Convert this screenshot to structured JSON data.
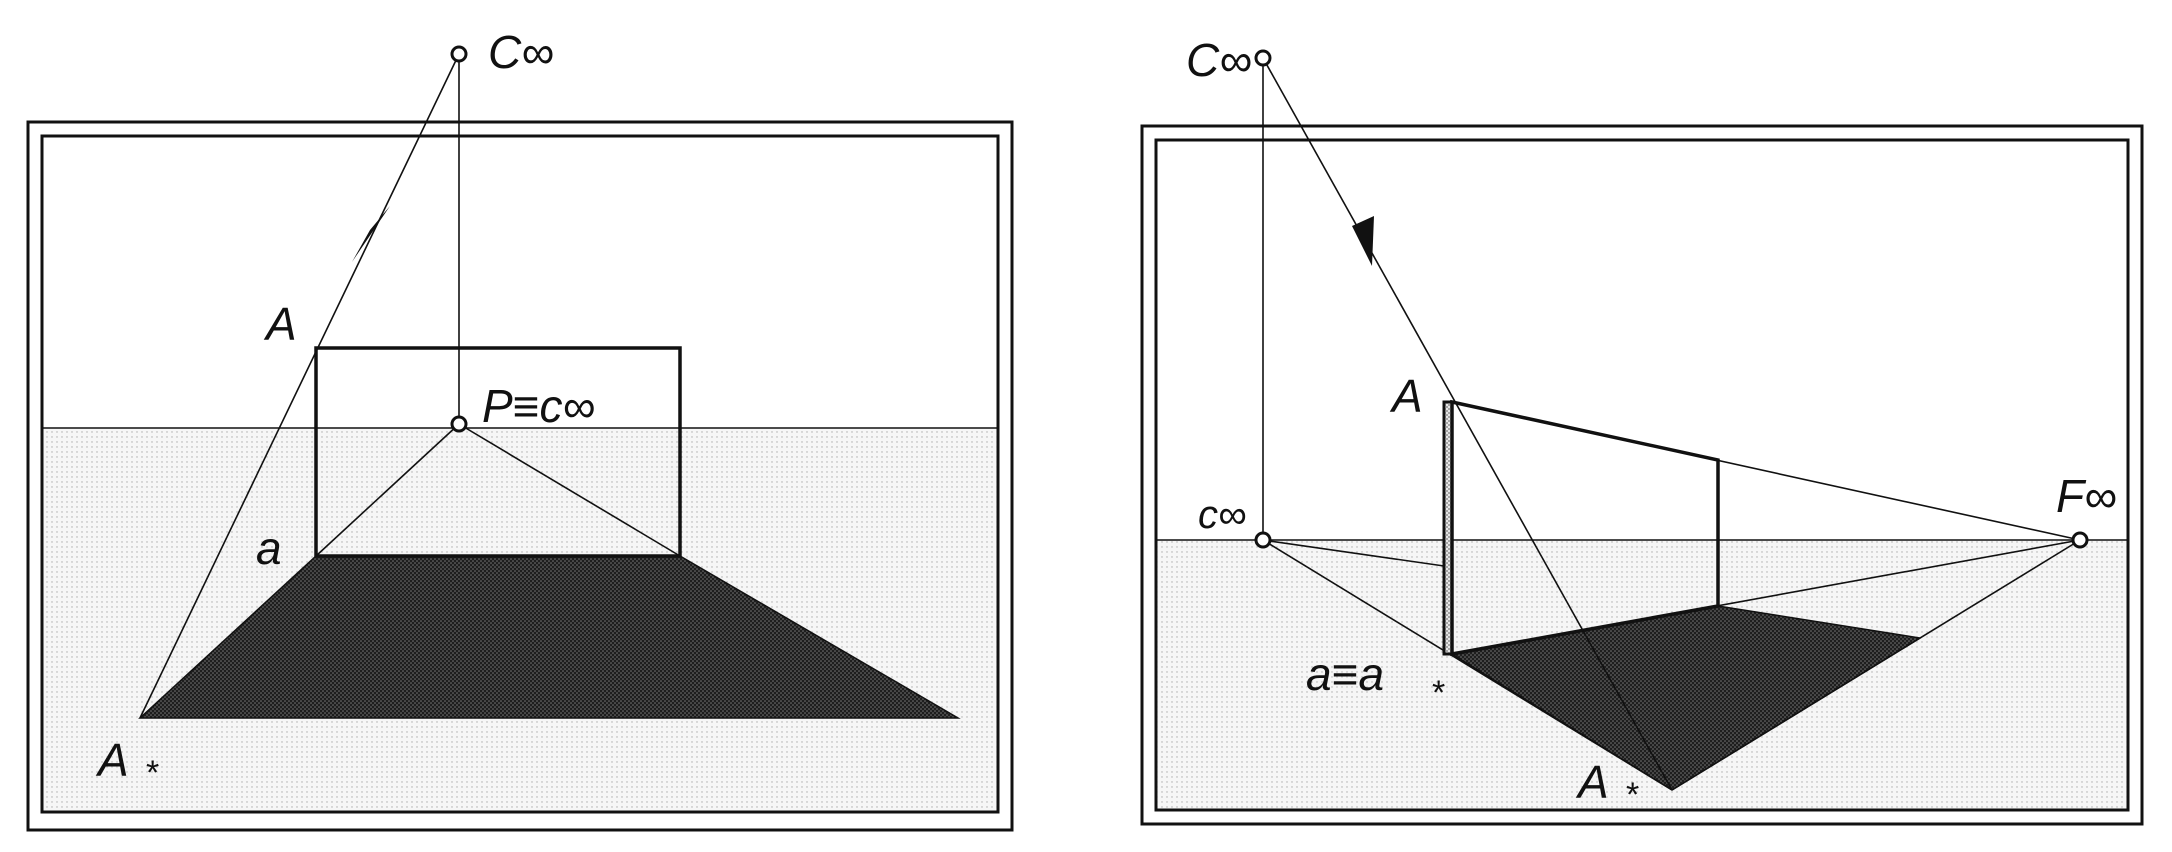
{
  "left_figure": {
    "label_center": "C∞",
    "label_A": "A",
    "label_a": "a",
    "label_point": "P≡c∞",
    "label_A_shadow": "A",
    "label_A_shadow_sub": "*"
  },
  "right_figure": {
    "label_center": "C∞",
    "label_A": "A",
    "label_c": "c∞",
    "label_F": "F∞",
    "label_a_eq": "a≡a",
    "label_a_eq_sub": "*",
    "label_A_shadow": "A",
    "label_A_shadow_sub": "*"
  },
  "colors": {
    "ink": "#111111",
    "light_fill": "#d9d9d9",
    "dark_shadow": "#2a2a2a",
    "ground": "#ececec"
  }
}
